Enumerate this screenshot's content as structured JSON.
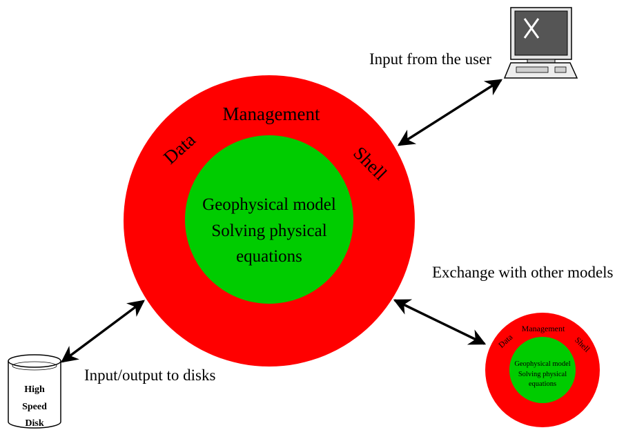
{
  "main_diagram": {
    "ring_words": {
      "data": "Data",
      "management": "Management",
      "shell": "Shell"
    },
    "core_lines": [
      "Geophysical model",
      "Solving physical",
      "equations"
    ],
    "colors": {
      "ring": "#ff0000",
      "core": "#00cc00"
    }
  },
  "small_diagram": {
    "ring_words": {
      "data": "Data",
      "management": "Management",
      "shell": "Shell"
    },
    "core_lines": [
      "Geophysical model",
      "Solving physical",
      "equations"
    ]
  },
  "labels": {
    "user_input": "Input from the user",
    "exchange": "Exchange with other models",
    "disk_io": "Input/output to disks"
  },
  "disk": {
    "lines": [
      "High",
      "Speed",
      "Disk"
    ]
  },
  "icons": {
    "computer": "computer-terminal-icon",
    "disk": "disk-cylinder-icon"
  }
}
